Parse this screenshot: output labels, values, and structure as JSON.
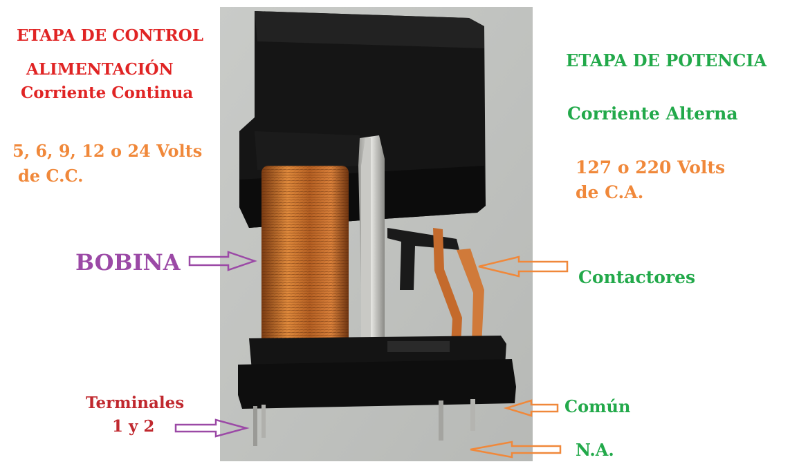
{
  "labels": {
    "control_stage": "ETAPA DE CONTROL",
    "supply": "ALIMENTACIÓN",
    "dc": "Corriente Continua",
    "dc_volts_line1": "5, 6, 9, 12 o 24 Volts",
    "dc_volts_line2": "de C.C.",
    "power_stage": "ETAPA DE POTENCIA",
    "ac": "Corriente Alterna",
    "ac_volts_line1": "127 o 220 Volts",
    "ac_volts_line2": "de C.A.",
    "coil": "BOBINA",
    "contacts": "Contactores",
    "terminals_line1": "Terminales",
    "terminals_line2": "1 y 2",
    "common": "Común",
    "normally_open": "N.A."
  },
  "colors": {
    "control": "#e02424",
    "power": "#22a94a",
    "voltage": "#f0883a",
    "coil": "#9b49a6",
    "terminals": "#c0282e",
    "copper": "#c8702a",
    "relay_case": "#141414"
  }
}
